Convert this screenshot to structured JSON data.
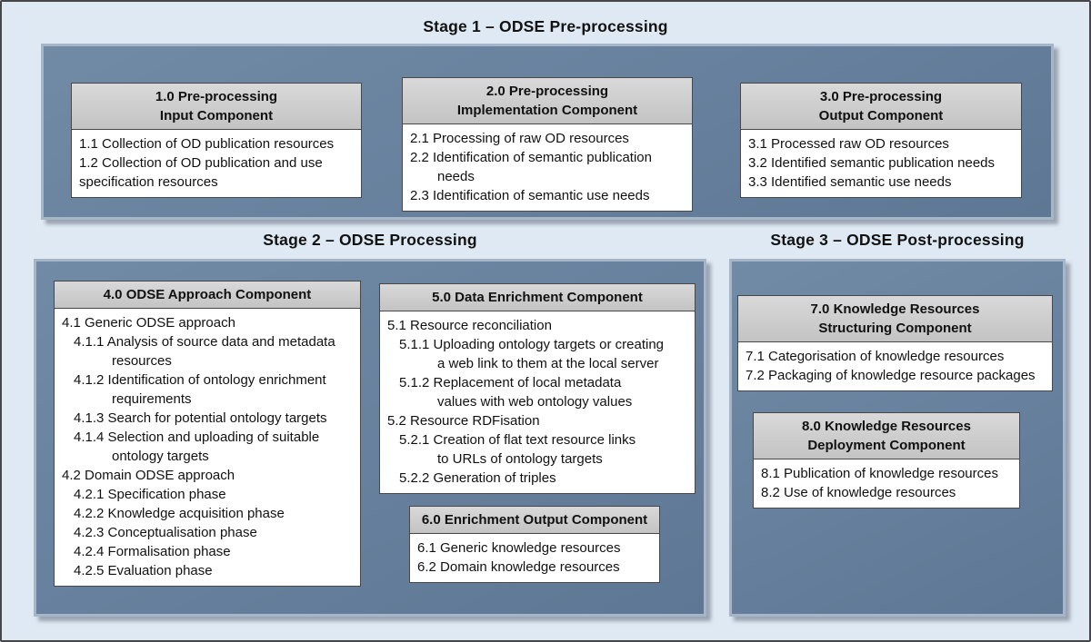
{
  "colors": {
    "page_background": "#dfe9f3",
    "panel_fill": "#66809d",
    "panel_border": "#a6b5c7",
    "component_header_fill": "#c9c9c9",
    "component_border": "#484848",
    "text": "#111111"
  },
  "stages": [
    {
      "title": "Stage 1 – ODSE Pre-processing",
      "boxes": [
        {
          "header": [
            "1.0 Pre-processing",
            "Input Component"
          ],
          "lines": [
            "1.1 Collection of OD publication resources",
            "1.2 Collection of OD publication and use",
            "specification resources"
          ]
        },
        {
          "header": [
            "2.0 Pre-processing",
            "Implementation Component"
          ],
          "lines": [
            "2.1 Processing of raw OD resources",
            "2.2 Identification of semantic publication",
            "needs",
            "2.3 Identification of semantic use needs"
          ]
        },
        {
          "header": [
            "3.0 Pre-processing",
            "Output Component"
          ],
          "lines": [
            "3.1 Processed raw OD resources",
            "3.2 Identified semantic publication needs",
            "3.3 Identified semantic use needs"
          ]
        }
      ]
    },
    {
      "title": "Stage 2 – ODSE Processing",
      "boxes": [
        {
          "header": [
            "4.0 ODSE Approach Component"
          ],
          "lines": [
            "4.1 Generic ODSE approach",
            "4.1.1 Analysis of source data and metadata",
            "resources",
            "4.1.2 Identification of ontology enrichment",
            "requirements",
            "4.1.3 Search for potential ontology targets",
            "4.1.4 Selection and uploading of suitable",
            "ontology targets",
            "4.2 Domain ODSE approach",
            "4.2.1 Specification phase",
            "4.2.2 Knowledge acquisition phase",
            "4.2.3 Conceptualisation phase",
            "4.2.4 Formalisation phase",
            "4.2.5 Evaluation phase"
          ]
        },
        {
          "header": [
            "5.0 Data Enrichment Component"
          ],
          "lines": [
            "5.1 Resource reconciliation",
            "5.1.1 Uploading ontology targets or creating",
            "a web link to them at the local server",
            "5.1.2 Replacement of local metadata",
            "values with web ontology values",
            "5.2 Resource RDFisation",
            "5.2.1 Creation of flat text resource links",
            "to URLs of ontology targets",
            "5.2.2 Generation of triples"
          ]
        },
        {
          "header": [
            "6.0 Enrichment Output Component"
          ],
          "lines": [
            "6.1 Generic knowledge resources",
            "6.2 Domain knowledge resources"
          ]
        }
      ]
    },
    {
      "title": "Stage 3 – ODSE Post-processing",
      "boxes": [
        {
          "header": [
            "7.0 Knowledge Resources",
            "Structuring Component"
          ],
          "lines": [
            "7.1 Categorisation of knowledge resources",
            "7.2 Packaging of knowledge resource packages"
          ]
        },
        {
          "header": [
            "8.0 Knowledge Resources",
            "Deployment Component"
          ],
          "lines": [
            "8.1 Publication of knowledge resources",
            "8.2 Use of knowledge resources"
          ]
        }
      ]
    }
  ]
}
